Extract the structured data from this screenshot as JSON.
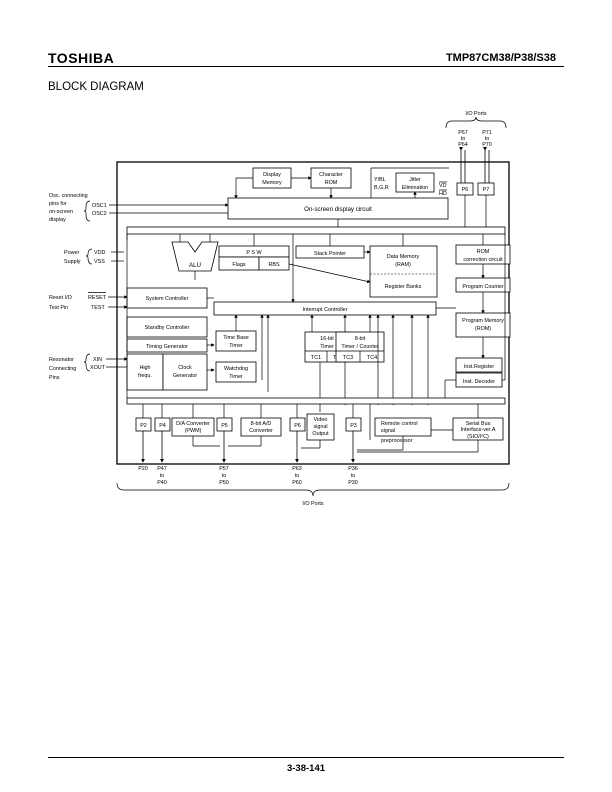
{
  "header": {
    "brand": "TOSHIBA",
    "part_number": "TMP87CM38/P38/S38"
  },
  "heading": "BLOCK DIAGRAM",
  "footer": {
    "page_number": "3-38-141"
  },
  "diagram": {
    "io_ports_top": "I/O Ports",
    "io_ports_bottom": "I/O Ports",
    "top_ports": [
      {
        "hi": "P67",
        "to": "to",
        "lo": "P64"
      },
      {
        "hi": "P71",
        "to": "to",
        "lo": "P70"
      }
    ],
    "left_labels": {
      "osc": [
        "Osc. connecting",
        "pins for",
        "on-screen",
        "display"
      ],
      "osc1": "OSC1",
      "osc2": "OSC2",
      "power": [
        "Power",
        "Supply"
      ],
      "vdd": "VDD",
      "vss": "VSS",
      "reset_io": "Reset I/O",
      "test_pin": "Test Pin",
      "reset": "RESET",
      "test": "TEST",
      "resonator": [
        "Resonator",
        "Connecting",
        "Pins"
      ],
      "xin": "XIN",
      "xout": "XOUT"
    },
    "blocks": {
      "display_memory": [
        "Display",
        "Memory"
      ],
      "character_rom": [
        "Character",
        "ROM"
      ],
      "ybl": [
        "Y/BL",
        "B,G,R"
      ],
      "jitter": [
        "Jitter",
        "Elimination"
      ],
      "vd": "VD",
      "hd": "HD",
      "p6": "P6",
      "p7": "P7",
      "osd": "On-screen display circuit",
      "alu": "ALU",
      "psw": "P    S    W",
      "flags": "Flags",
      "rbs": "RBS",
      "stack_pointer": "Stack Pointer",
      "data_memory": [
        "Data Memory",
        "(RAM)"
      ],
      "register_banks": "Register Banks",
      "rom_correction": [
        "ROM",
        "correction circuit"
      ],
      "program_counter": "Program Counter",
      "program_memory": [
        "Program Memory",
        "(ROM)"
      ],
      "inst_register": "Inst.Register",
      "inst_decoder": "Inst. Decoder",
      "system_controller": "System Controller",
      "standby_controller": "Standby Controller",
      "timing_generator": "Timing Generator",
      "high_frequ": [
        "High",
        "frequ."
      ],
      "clock_generator": [
        "Clock",
        "Generator"
      ],
      "interrupt_controller": "Interrupt Controller",
      "time_base_timer": [
        "Time Base",
        "Timer"
      ],
      "watchdog_timer": [
        "Watchdog",
        "Timer"
      ],
      "timer16": [
        "16-bit",
        "Timer"
      ],
      "tc1": "TC1",
      "tc2": "TC2",
      "timer8": [
        "8-bit",
        "Timer / Counter"
      ],
      "tc3": "TC3",
      "tc4": "TC4",
      "p2": "P2",
      "p4": "P4",
      "da_converter": [
        "D/A Converter",
        "(PWM)"
      ],
      "p5": "P5",
      "ad_converter": [
        "8-bit A/D",
        "Converter"
      ],
      "p6b": "P6",
      "video_signal_output": [
        "Video",
        "signal",
        "Output"
      ],
      "p3": "P3",
      "remote_control": [
        "Remote control",
        "signal",
        "preprocessor"
      ],
      "serial_bus": [
        "Serial Bus",
        "Interface-ver.A",
        "(SIO/I²C)"
      ]
    },
    "bottom_ports": [
      {
        "hi": "P20",
        "to": "",
        "lo": ""
      },
      {
        "hi": "P47",
        "to": "to",
        "lo": "P40"
      },
      {
        "hi": "P57",
        "to": "to",
        "lo": "P50"
      },
      {
        "hi": "P63",
        "to": "to",
        "lo": "P60"
      },
      {
        "hi": "P36",
        "to": "to",
        "lo": "P30"
      }
    ]
  }
}
